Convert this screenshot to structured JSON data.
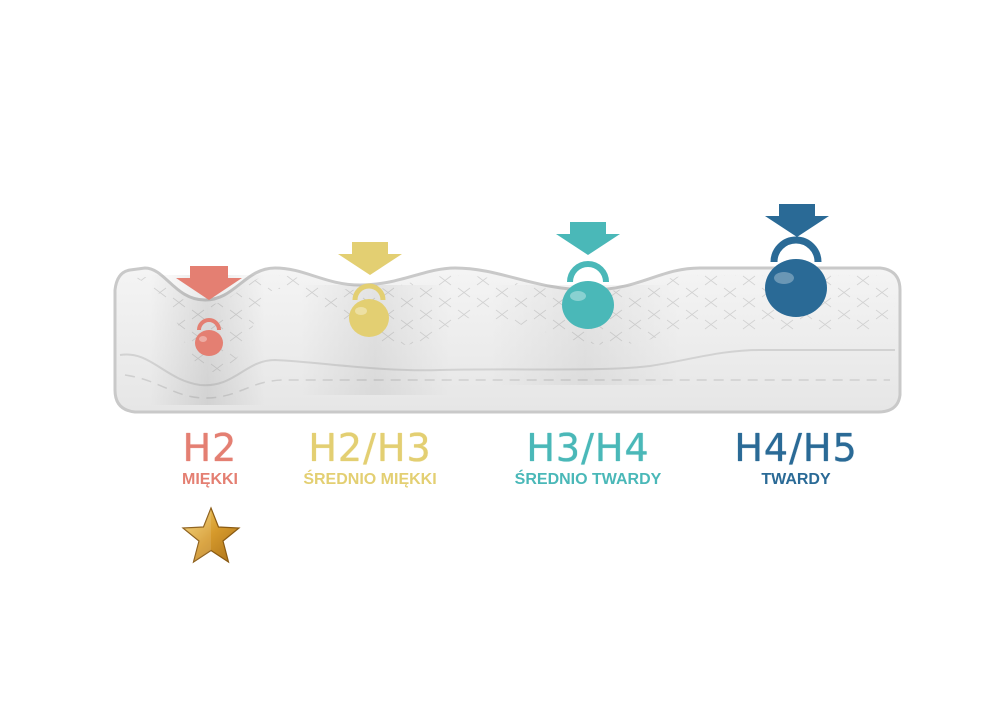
{
  "levels": [
    {
      "code": "H2",
      "desc": "MIĘKKI",
      "color": "#e47f72",
      "favorite": true
    },
    {
      "code": "H2/H3",
      "desc": "ŚREDNIO MIĘKKI",
      "color": "#e3cf72",
      "favorite": false
    },
    {
      "code": "H3/H4",
      "desc": "ŚREDNIO TWARDY",
      "color": "#4ab8b8",
      "favorite": false
    },
    {
      "code": "H4/H5",
      "desc": "TWARDY",
      "color": "#2a6a96",
      "favorite": false
    }
  ],
  "icons": {
    "weight": "kettlebell-icon",
    "arrow": "down-arrow-icon",
    "favorite": "gold-star-icon"
  }
}
